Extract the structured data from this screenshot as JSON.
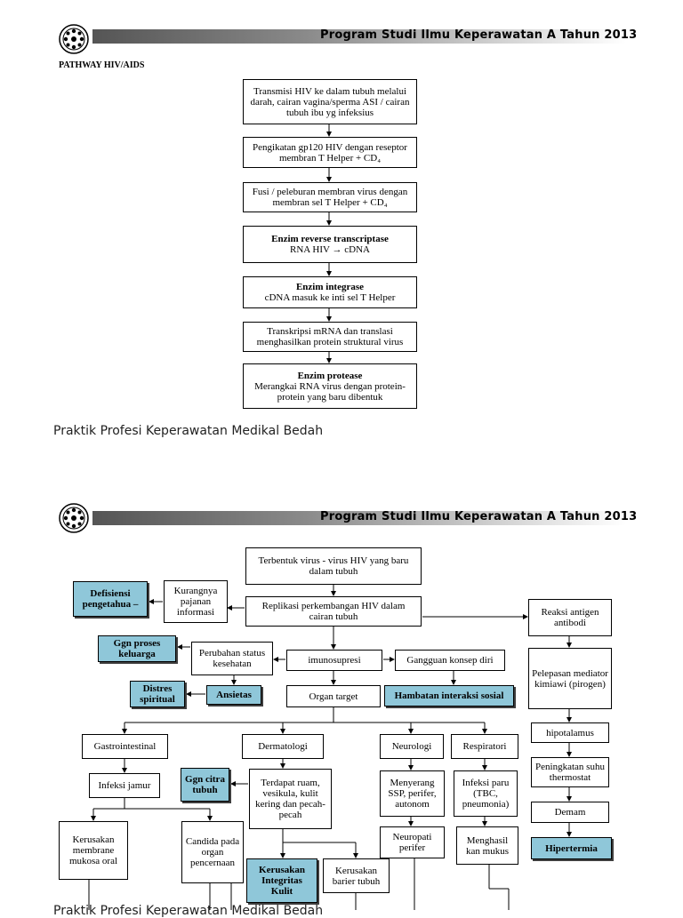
{
  "page1": {
    "header_text": "Program Studi Ilmu Keperawatan A Tahun 2013",
    "title": "PATHWAY HIV/AIDS",
    "boxes": {
      "b1": "Transmisi HIV ke dalam tubuh melalui darah, cairan vagina/sperma ASI / cairan tubuh ibu yg infeksius",
      "b2": "Pengikatan gp120  HIV dengan reseptor membran T Helper + CD₄",
      "b3": "Fusi / peleburan membran virus dengan membran sel  T  Helper + CD₄",
      "b4_bold": "Enzim reverse transcriptase",
      "b4": "RNA HIV → cDNA",
      "b5_bold": "Enzim integrase",
      "b5": "cDNA masuk ke inti sel  T Helper",
      "b6": "Transkripsi mRNA dan translasi menghasilkan protein struktural virus",
      "b7_bold": "Enzim protease",
      "b7": "Merangkai RNA virus dengan protein-protein yang baru dibentuk"
    },
    "footer": "Praktik Profesi Keperawatan Medikal Bedah"
  },
  "page2": {
    "header_text": "Program Studi Ilmu Keperawatan A Tahun 2013",
    "boxes": {
      "terbentuk": "Terbentuk virus - virus HIV yang baru dalam tubuh",
      "replikasi": "Replikasi perkembangan HIV dalam cairan tubuh",
      "kurangnya": "Kurangnya pajanan informasi",
      "defisiensi": "Defisiensi pengetahua –",
      "reaksi": "Reaksi antigen antibodi",
      "perubahan": "Perubahan status kesehatan",
      "ggn_proses": "Ggn proses keluarga",
      "imunosupresi": "imunosupresi",
      "gangguan_konsep": "Gangguan konsep diri",
      "pelepasan": "Pelepasan mediator kimiawi (pirogen)",
      "distres": "Distres spiritual",
      "ansietas": "Ansietas",
      "organ_target": "Organ target",
      "hambatan": "Hambatan interaksi sosial",
      "hipotalamus": "hipotalamus",
      "gastro": "Gastrointestinal",
      "dermatologi": "Dermatologi",
      "neurologi": "Neurologi",
      "respiratori": "Respiratori",
      "peningkatan": "Peningkatan suhu thermostat",
      "infeksi_jamur": "Infeksi jamur",
      "ggn_citra": "Ggn citra tubuh",
      "terdapat_ruam": "Terdapat ruam, vesikula, kulit kering dan pecah-pecah",
      "menyerang": "Menyerang SSP, perifer, autonom",
      "infeksi_paru": "Infeksi paru (TBC, pneumonia)",
      "demam": "Demam",
      "kerusakan_membrane": "Kerusakan membrane mukosa oral",
      "candida": "Candida pada organ pencernaan",
      "neuropati": "Neuropati perifer",
      "menghasil": "Menghasil kan mukus",
      "hipertermia": "Hipertermia",
      "kerusakan_integritas": "Kerusakan Integritas Kulit",
      "kerusakan_barier": "Kerusakan barier tubuh"
    },
    "footer": "Praktik Profesi Keperawatan Medikal Bedah"
  },
  "colors": {
    "nanda_box": "#8fc7d9",
    "header_bar_dark": "#555555"
  },
  "icons": [
    "university-seal-icon"
  ]
}
